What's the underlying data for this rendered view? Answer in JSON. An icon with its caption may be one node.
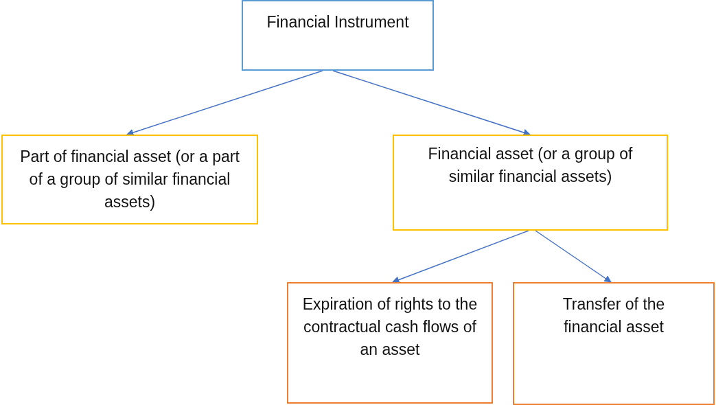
{
  "diagram": {
    "nodes": [
      {
        "text": [
          "Financial Instrument"
        ]
      },
      {
        "text": [
          "Part of financial asset (or a part of a group of similar financial assets)"
        ]
      },
      {
        "text": [
          "Financial asset (or a group of similar financial assets)"
        ]
      },
      {
        "text": [
          "Expiration of rights to the contractual cash flows of an asset"
        ]
      },
      {
        "text": [
          "Transfer of the financial asset"
        ]
      }
    ],
    "edges": [
      {
        "from": 0,
        "to": 1,
        "arrow": "to"
      },
      {
        "from": 0,
        "to": 2,
        "arrow": "to"
      },
      {
        "from": 2,
        "to": 3,
        "arrow": "to"
      },
      {
        "from": 2,
        "to": 4,
        "arrow": "to"
      }
    ]
  }
}
